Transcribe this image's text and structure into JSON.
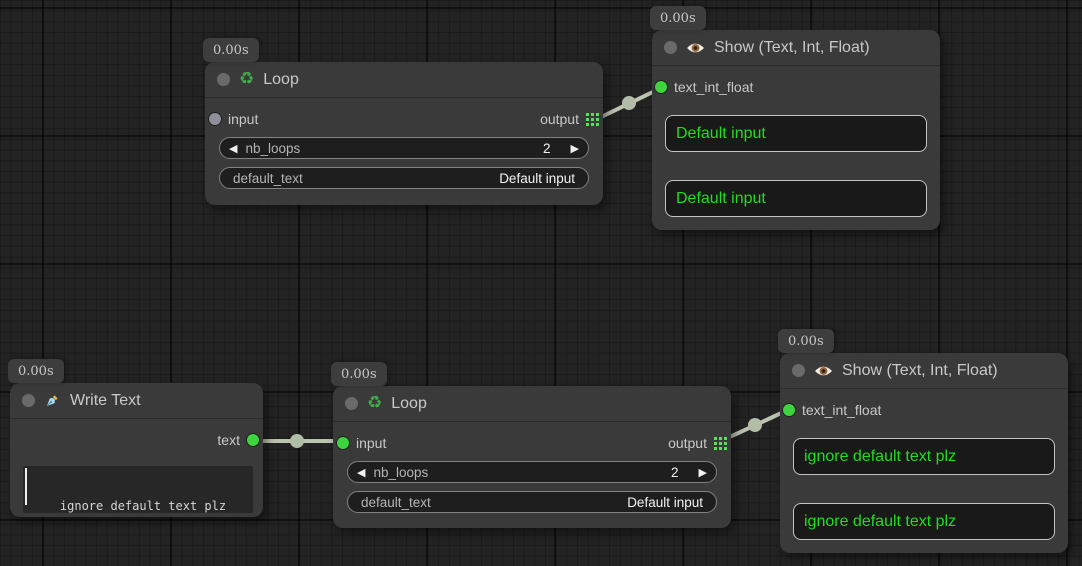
{
  "icons": {
    "recycle": "♻",
    "arrow_left": "◀",
    "arrow_right": "▶"
  },
  "colors": {
    "wire": "#bac4af",
    "wire_dot": "#b2bda8",
    "connected_port": "#3ed43e",
    "unconnected_port": "#8f8f9a",
    "show_text_green": "#1fdd1f",
    "output_grid_icon": "#58e058",
    "node_bg": "#3a3a3a"
  },
  "nodes": [
    {
      "badge": "0.00s",
      "title": "Loop",
      "input_label": "input",
      "output_label": "output",
      "widgets": {
        "nb_loops_label": "nb_loops",
        "nb_loops_value": "2",
        "default_text_label": "default_text",
        "default_text_value": "Default input"
      }
    },
    {
      "badge": "0.00s",
      "title": "Show (Text, Int, Float)",
      "input_label": "text_int_float",
      "boxes": [
        "Default input",
        "Default input"
      ]
    },
    {
      "badge": "0.00s",
      "title": "Write Text",
      "output_label": "text",
      "textarea_value": "ignore default text plz"
    },
    {
      "badge": "0.00s",
      "title": "Loop",
      "input_label": "input",
      "output_label": "output",
      "widgets": {
        "nb_loops_label": "nb_loops",
        "nb_loops_value": "2",
        "default_text_label": "default_text",
        "default_text_value": "Default input"
      }
    },
    {
      "badge": "0.00s",
      "title": "Show (Text, Int, Float)",
      "input_label": "text_int_float",
      "boxes": [
        "ignore default text plz",
        "ignore default text plz"
      ]
    }
  ]
}
